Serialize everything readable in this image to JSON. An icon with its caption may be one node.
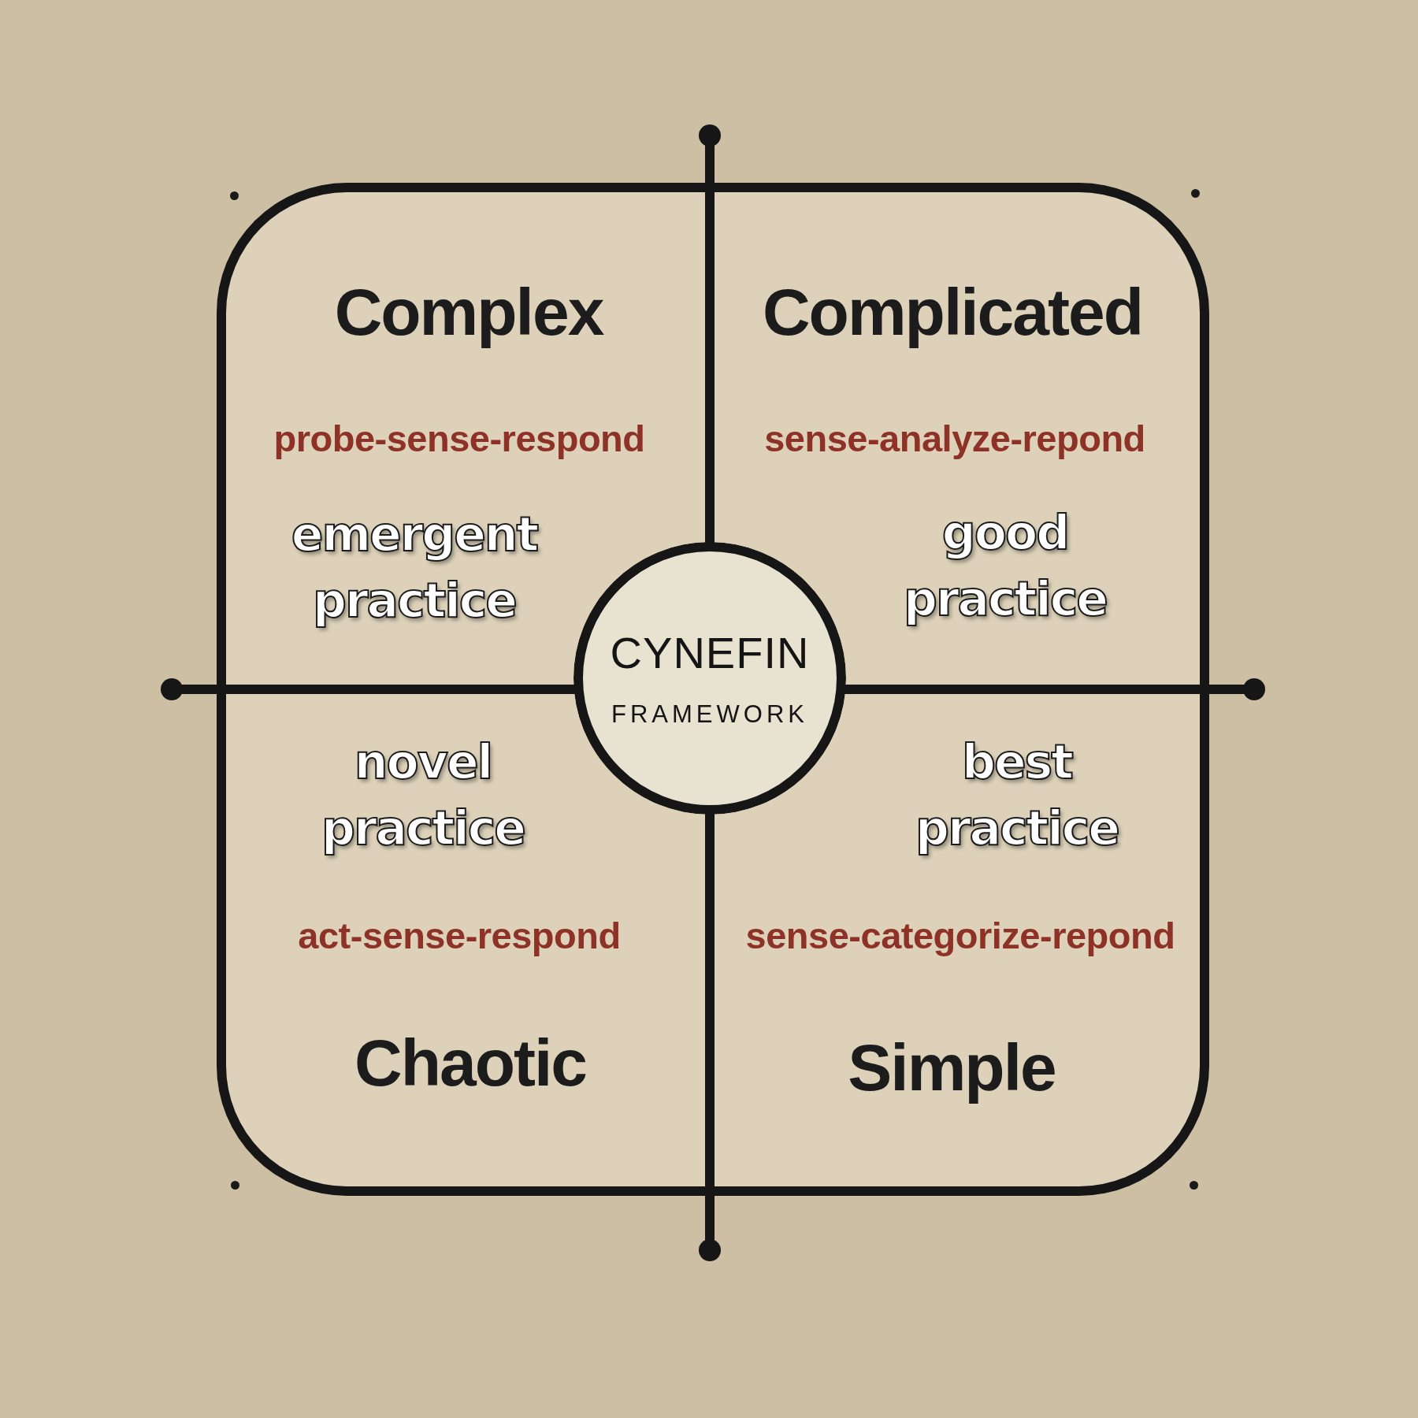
{
  "diagram": {
    "nodes": [
      {
        "text": [
          "Complex",
          "probe-sense-respond",
          "emergent practice"
        ]
      },
      {
        "text": [
          "Complicated",
          "sense-analyze-repond",
          "good practice"
        ]
      },
      {
        "text": [
          "CYNEFIN",
          "FRAMEWORK"
        ]
      },
      {
        "text": [
          "novel practice",
          "act-sense-respond",
          "Chaotic"
        ]
      },
      {
        "text": [
          "best practice",
          "sense-categorize-repond",
          "Simple"
        ]
      }
    ]
  }
}
